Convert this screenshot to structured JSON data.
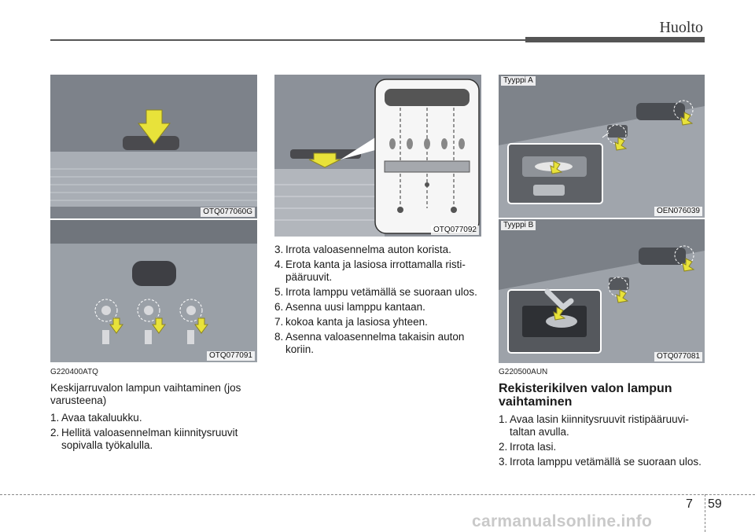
{
  "header": {
    "title": "Huolto"
  },
  "figures": {
    "fig1": {
      "code": "OTQ077060G"
    },
    "fig2": {
      "code": "OTQ077091"
    },
    "fig3": {
      "code": "OTQ077092"
    },
    "fig4": {
      "code": "OEN076039",
      "type_label": "Tyyppi A"
    },
    "fig5": {
      "code": "OTQ077081",
      "type_label": "Tyyppi B"
    }
  },
  "left": {
    "code": "G220400ATQ",
    "title": "Keskijarruvalon lampun vaihtaminen (jos varusteena)",
    "steps": [
      {
        "n": "1.",
        "text": "Avaa takaluukku."
      },
      {
        "n": "2.",
        "text": "Hellitä valoasennelman kiinnitysruuvit sopivalla työkalulla."
      }
    ]
  },
  "middle": {
    "steps": [
      {
        "n": "3.",
        "text": "Irrota valoasennelma auton korista."
      },
      {
        "n": "4.",
        "text": "Erota kanta ja lasiosa irrottamalla risti-pääruuvit."
      },
      {
        "n": "5.",
        "text": "Irrota lamppu vetämällä se suoraan ulos."
      },
      {
        "n": "6.",
        "text": "Asenna uusi lamppu kantaan."
      },
      {
        "n": "7.",
        "text": "kokoa kanta ja lasiosa yhteen."
      },
      {
        "n": "8.",
        "text": "Asenna valoasennelma takaisin auton koriin."
      }
    ]
  },
  "right": {
    "code": "G220500AUN",
    "title": "Rekisterikilven valon lampun vaihtaminen",
    "steps": [
      {
        "n": "1.",
        "text": "Avaa lasin kiinnitysruuvit ristipääruuvi-taltan avulla."
      },
      {
        "n": "2.",
        "text": "Irrota lasi."
      },
      {
        "n": "3.",
        "text": "Irrota lamppu vetämällä se suoraan ulos."
      }
    ]
  },
  "footer": {
    "chapter": "7",
    "page": "59",
    "watermark": "carmanualsonline.info"
  },
  "colors": {
    "arrow": "#e8e23a",
    "figure_bg": "#8a8f96",
    "rule": "#555555"
  }
}
